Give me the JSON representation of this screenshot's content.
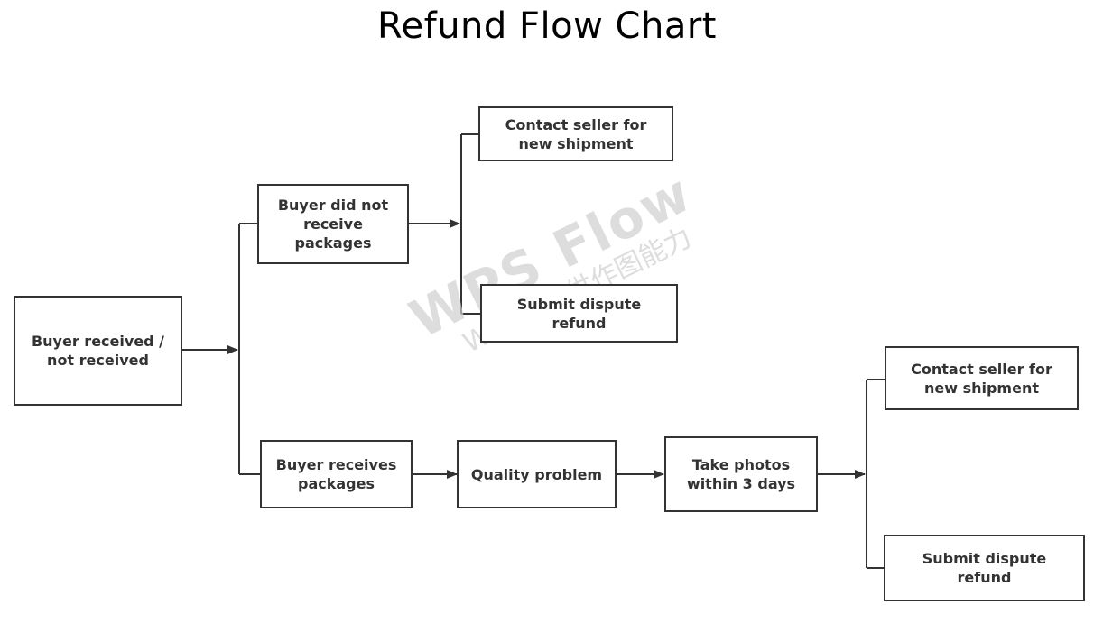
{
  "title": "Refund Flow Chart",
  "watermark": {
    "main": "WPS Flow",
    "sub": "WPS仅提供作图能力"
  },
  "nodes": {
    "start": "Buyer received / not received",
    "not_received": "Buyer did not receive packages",
    "received": "Buyer receives packages",
    "contact_seller_1": "Contact seller for new shipment",
    "submit_dispute_1": "Submit dispute refund",
    "quality_problem": "Quality problem",
    "take_photos": "Take photos within 3 days",
    "contact_seller_2": "Contact seller for new shipment",
    "submit_dispute_2": "Submit dispute refund"
  },
  "colors": {
    "stroke": "#333333",
    "watermark": "#cfcfcf"
  }
}
